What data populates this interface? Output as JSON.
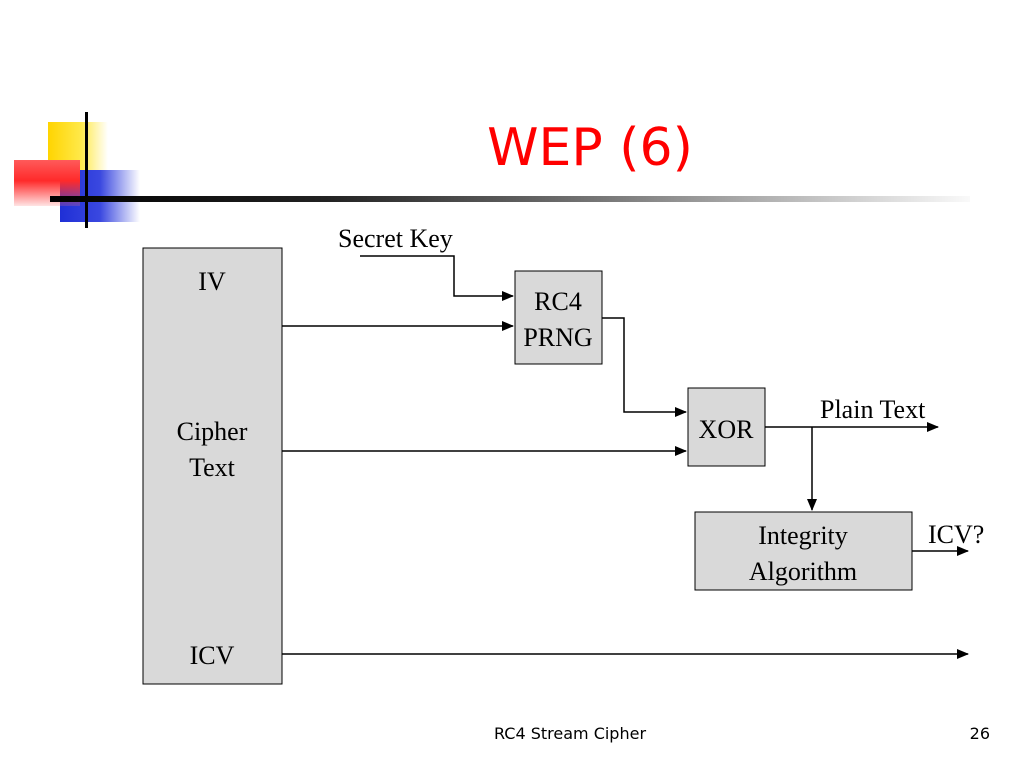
{
  "slide": {
    "title": "WEP (6)",
    "footer_center": "RC4 Stream Cipher",
    "page_number": "26"
  },
  "diagram": {
    "packet": {
      "iv": "IV",
      "cipher_text": [
        "Cipher",
        "Text"
      ],
      "icv": "ICV"
    },
    "secret_key": "Secret Key",
    "rc4_prng": [
      "RC4",
      "PRNG"
    ],
    "xor": "XOR",
    "plain_text": "Plain Text",
    "integrity_algorithm": [
      "Integrity",
      "Algorithm"
    ],
    "icv_check": "ICV?",
    "box_fill": "#d9d9d9"
  }
}
